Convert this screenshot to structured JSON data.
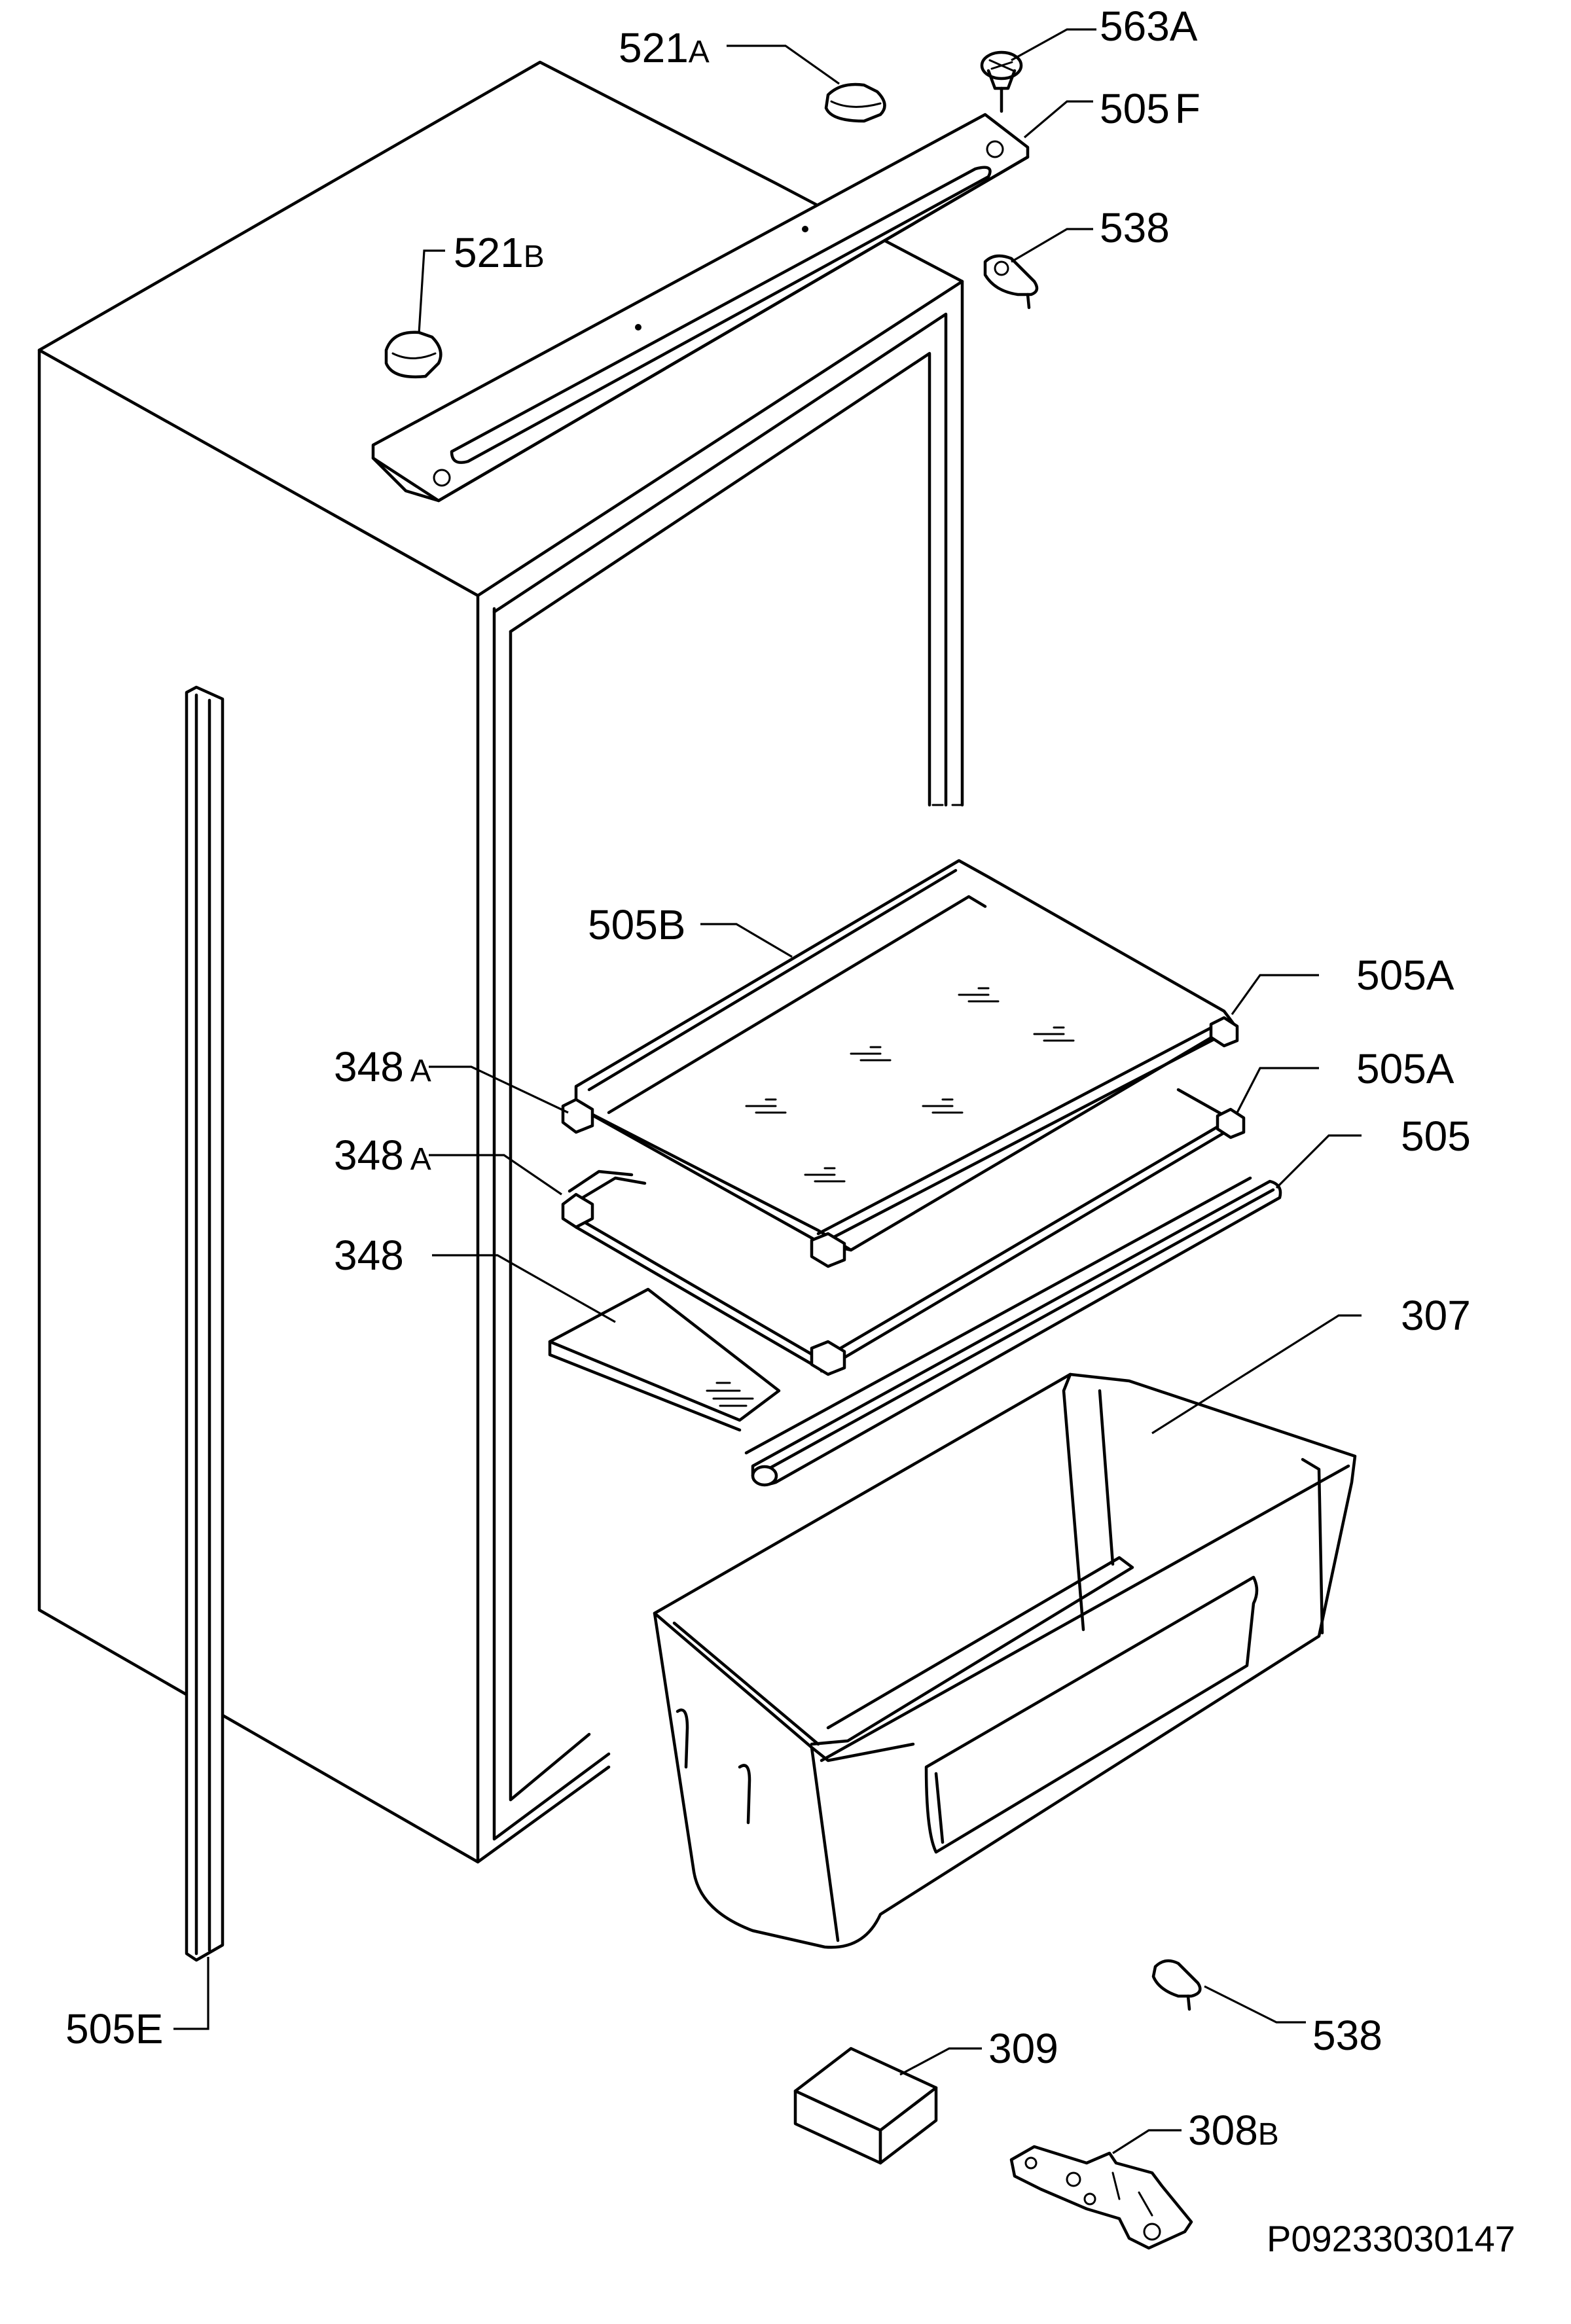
{
  "labels": {
    "l521A": {
      "num": "521",
      "suf": "A"
    },
    "l563A": {
      "num": "563",
      "suf": "A"
    },
    "l505F": {
      "num": "505",
      "suf": "F"
    },
    "l538a": {
      "num": "538",
      "suf": ""
    },
    "l521B": {
      "num": "521",
      "suf": "B"
    },
    "l505B": {
      "num": "505",
      "suf": "B"
    },
    "l505A1": {
      "num": "505",
      "suf": "A"
    },
    "l348A1": {
      "num": "348",
      "suf": "A"
    },
    "l505A2": {
      "num": "505",
      "suf": "A"
    },
    "l348A2": {
      "num": "348",
      "suf": "A"
    },
    "l505": {
      "num": "505",
      "suf": ""
    },
    "l348": {
      "num": "348",
      "suf": ""
    },
    "l307": {
      "num": "307",
      "suf": ""
    },
    "l505E": {
      "num": "505",
      "suf": "E"
    },
    "l538b": {
      "num": "538",
      "suf": ""
    },
    "l309": {
      "num": "309",
      "suf": ""
    },
    "l308B": {
      "num": "308",
      "suf": "B"
    }
  },
  "drawing_code": "P09233030147"
}
